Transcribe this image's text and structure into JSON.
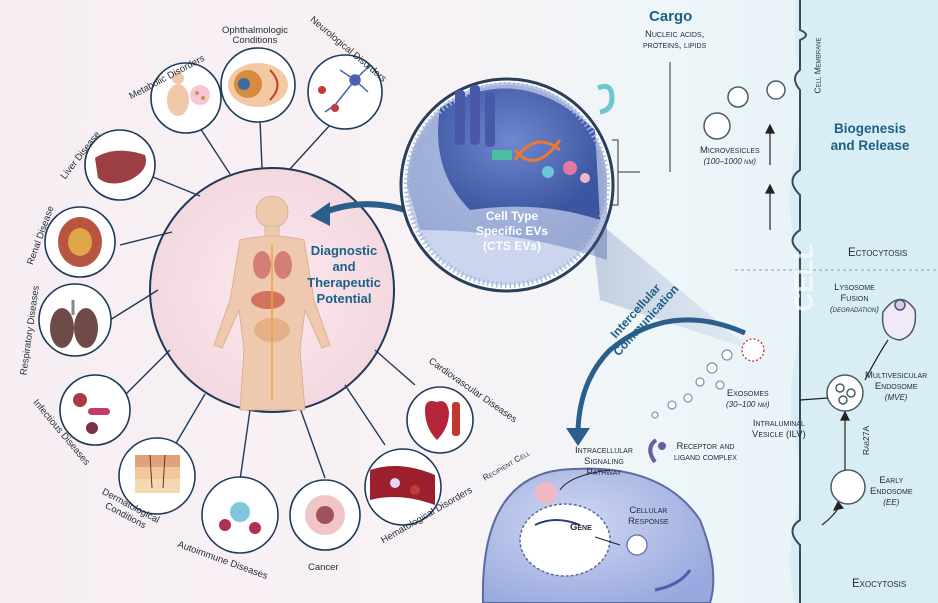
{
  "title_diagnostic": [
    "Diagnostic",
    "and",
    "Therapeutic",
    "Potential"
  ],
  "cargo": {
    "title": "Cargo",
    "line1": "Nucleic acids,",
    "line2": "proteins, lipids"
  },
  "cts": [
    "Cell Type",
    "Specific EVs",
    "(CTS EVs)"
  ],
  "diseases": [
    "Ophthalmologic Conditions",
    "Neurological Disorders",
    "Metabolic Disorders",
    "Liver Disease",
    "Renal Disease",
    "Respiratory Diseases",
    "Infectious Diseases",
    "Dermatological Conditions",
    "Autoimmune Diseases",
    "Cancer",
    "Hematological Disorders",
    "Cardiovascular Diseases"
  ],
  "biogenesis": {
    "title1": "Biogenesis",
    "title2": "and Release",
    "ectocytosis": "Ectocytosis",
    "exocytosis": "Exocytosis",
    "cell_membrane": "Cell Membrane",
    "cell": "CELL"
  },
  "microvesicles": {
    "name": "Microvesicles",
    "size": "(100–1000 nm)"
  },
  "exosomes": {
    "name": "Exosomes",
    "size": "(30–100 nm)"
  },
  "lysosome": {
    "line1": "Lysosome",
    "line2": "Fusion",
    "line3": "(degradation)"
  },
  "mve": {
    "line1": "Multivesicular",
    "line2": "Endosome",
    "line3": "(MVE)"
  },
  "ilv": {
    "line1": "Intraluminal",
    "line2": "Vesicle (ILV)"
  },
  "rab": "Rab27A",
  "ee": {
    "line1": "Early",
    "line2": "Endosome",
    "line3": "(EE)"
  },
  "intercellular": [
    "Intercellular",
    "Communication"
  ],
  "recipient_cell": "Recipient Cell",
  "signaling": [
    "Intracellular",
    "Signaling",
    "Pathway"
  ],
  "receptor": [
    "Receptor and",
    "ligand complex"
  ],
  "gene": "Gene",
  "response": [
    "Cellular",
    "Response"
  ],
  "colors": {
    "accent": "#1d5f85",
    "ring": "#2a3f5a",
    "vesicle_blue": "#3f5ea8"
  }
}
